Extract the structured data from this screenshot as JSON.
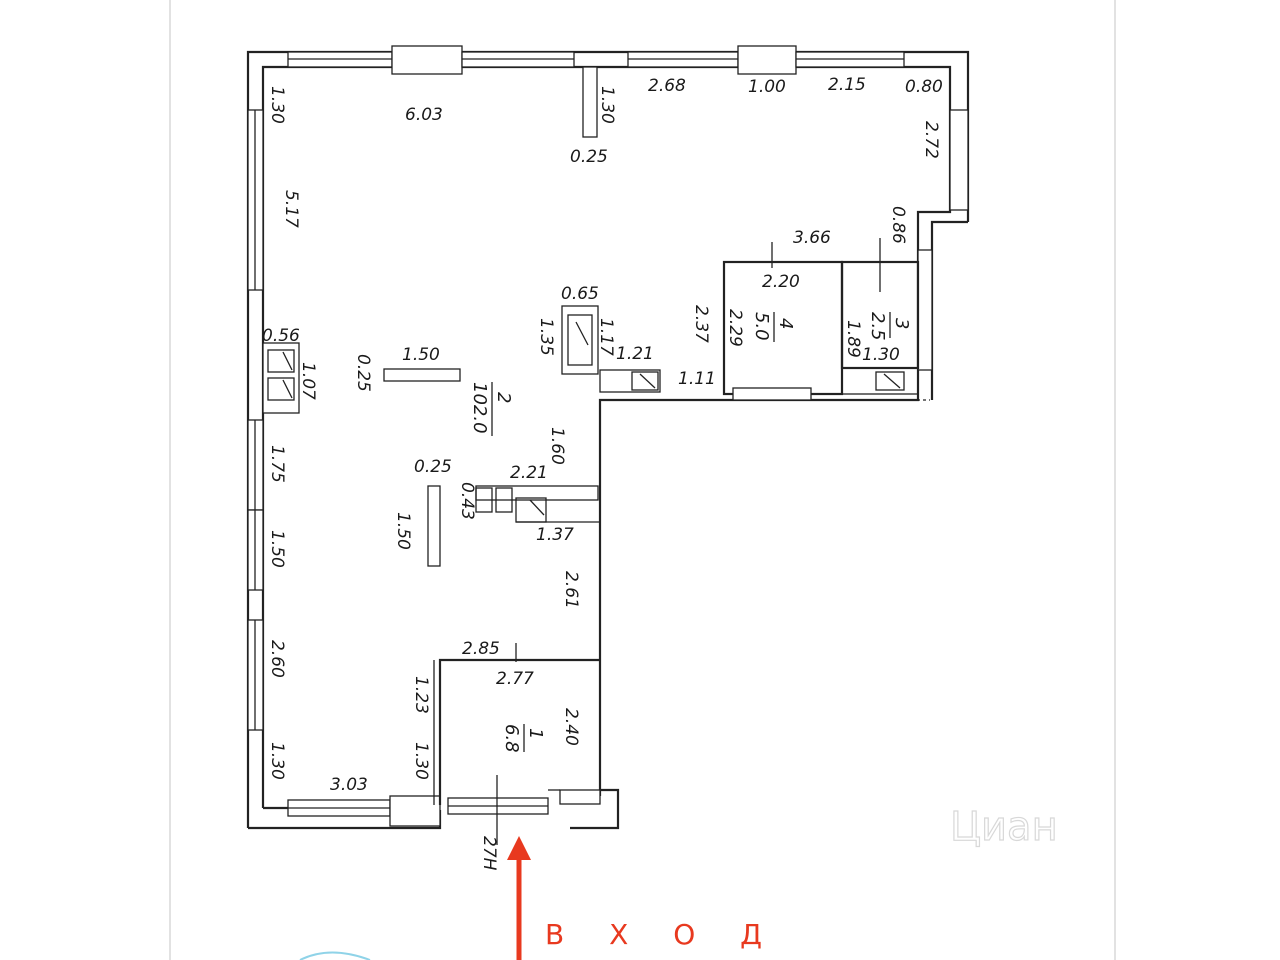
{
  "plan": {
    "dimensions": {
      "top_wall_left": "6.03",
      "left_top": "1.30",
      "partition_top": "1.30",
      "partition_width": "0.25",
      "top_seg_a": "2.68",
      "top_seg_b": "1.00",
      "top_seg_c": "2.15",
      "top_corner": "0.80",
      "right_upper": "2.72",
      "right_step": "0.86",
      "mid_width": "3.66",
      "left_upper": "5.17",
      "col_size": "0.65",
      "col_height": "1.35",
      "niche_left": "0.56",
      "niche_height": "1.07",
      "bar_length": "1.50",
      "bar_width": "0.25",
      "shaft_1": "1.17",
      "shaft_2": "1.21",
      "corridor": "1.11",
      "room4_width": "2.20",
      "room4_height_a": "2.37",
      "room4_height_b": "2.29",
      "room3_height": "1.89",
      "room3_width": "1.30",
      "left_mid": "1.75",
      "left_low_a": "1.50",
      "left_low_b": "2.60",
      "left_bottom": "1.30",
      "stand_width": "0.25",
      "stand_length": "1.50",
      "core_width": "2.21",
      "core_small": "0.43",
      "core_bottom": "1.37",
      "main_right": "1.60",
      "right_lower": "2.61",
      "room1_top_a": "2.85",
      "room1_top_b": "2.77",
      "room1_left": "1.23",
      "room1_right": "2.40",
      "room1_bottom_left": "1.30",
      "bottom_left": "3.03"
    },
    "rooms": {
      "room1_no": "1",
      "room1_area": "6.8",
      "room2_no": "2",
      "room2_area": "102.0",
      "room3_no": "3",
      "room3_area": "2.5",
      "room4_no": "4",
      "room4_area": "5.0"
    },
    "ceiling_mark": "27Н",
    "entrance_label": "В Х О Д",
    "watermark": "Циан"
  },
  "colors": {
    "ink": "#222222",
    "entrance": "#e8391f",
    "page_edge": "#cccccc"
  }
}
